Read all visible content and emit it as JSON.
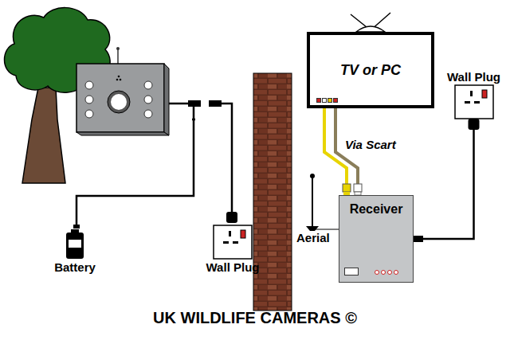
{
  "diagram": {
    "caption": "UK WILDLIFE CAMERAS ©",
    "nodes": [
      {
        "text": [
          "TV or PC"
        ]
      },
      {
        "text": [
          "Receiver"
        ]
      },
      {
        "text": [
          "Wall Plug"
        ]
      },
      {
        "text": [
          "Battery"
        ]
      },
      {
        "text": [
          "Wall Plug"
        ]
      }
    ],
    "edges": [
      {
        "from": 1,
        "to": 0,
        "label": "Via Scart",
        "arrow": "none"
      },
      {
        "from": 2,
        "to": 1,
        "arrow": "none"
      }
    ],
    "labels": [
      "Aerial"
    ]
  }
}
